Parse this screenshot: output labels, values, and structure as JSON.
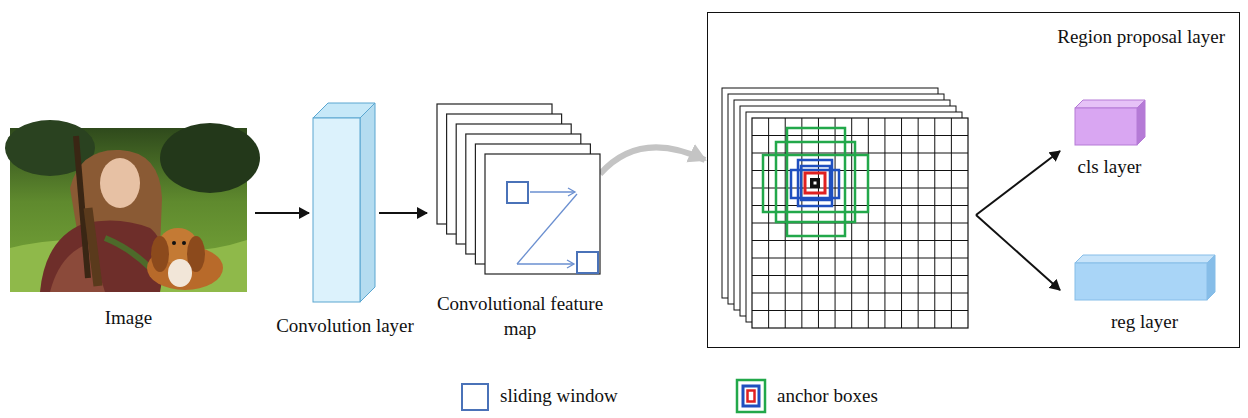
{
  "diagram": {
    "nodes": [
      {
        "text": [
          "Image"
        ]
      },
      {
        "text": [
          "Convolution layer"
        ]
      },
      {
        "text": [
          "Convolutional feature map"
        ]
      },
      {
        "text": [
          "Region proposal layer"
        ]
      },
      {
        "text": [
          "cls layer"
        ],
        "in": 3
      },
      {
        "text": [
          "reg layer"
        ],
        "in": 3
      }
    ],
    "edges": [
      {
        "from": 0,
        "to": 1,
        "arrow": "to"
      },
      {
        "from": 1,
        "to": 2,
        "arrow": "to"
      },
      {
        "from": 2,
        "to": 3,
        "arrow": "to"
      }
    ],
    "legend": [
      {
        "text": "sliding window"
      },
      {
        "text": "anchor boxes"
      }
    ]
  }
}
